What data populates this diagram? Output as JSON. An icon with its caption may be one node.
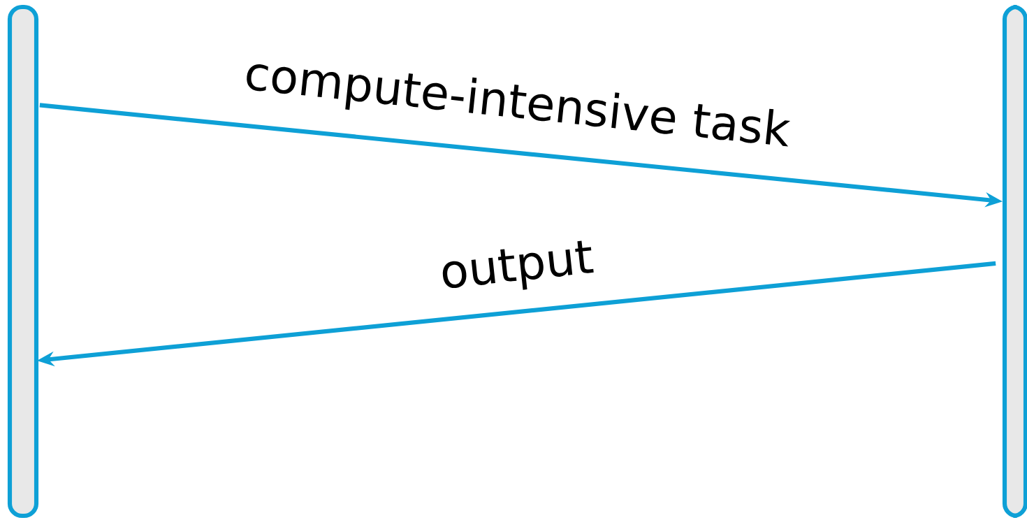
{
  "diagram": {
    "nodes": [
      {
        "text": [],
        "shape": "bar"
      },
      {
        "text": [],
        "shape": "bar"
      }
    ],
    "edges": [
      {
        "from": 0,
        "to": 1,
        "arrow": "to",
        "label": "compute-intensive task"
      },
      {
        "from": 1,
        "to": 0,
        "arrow": "to",
        "label": "output"
      }
    ]
  }
}
